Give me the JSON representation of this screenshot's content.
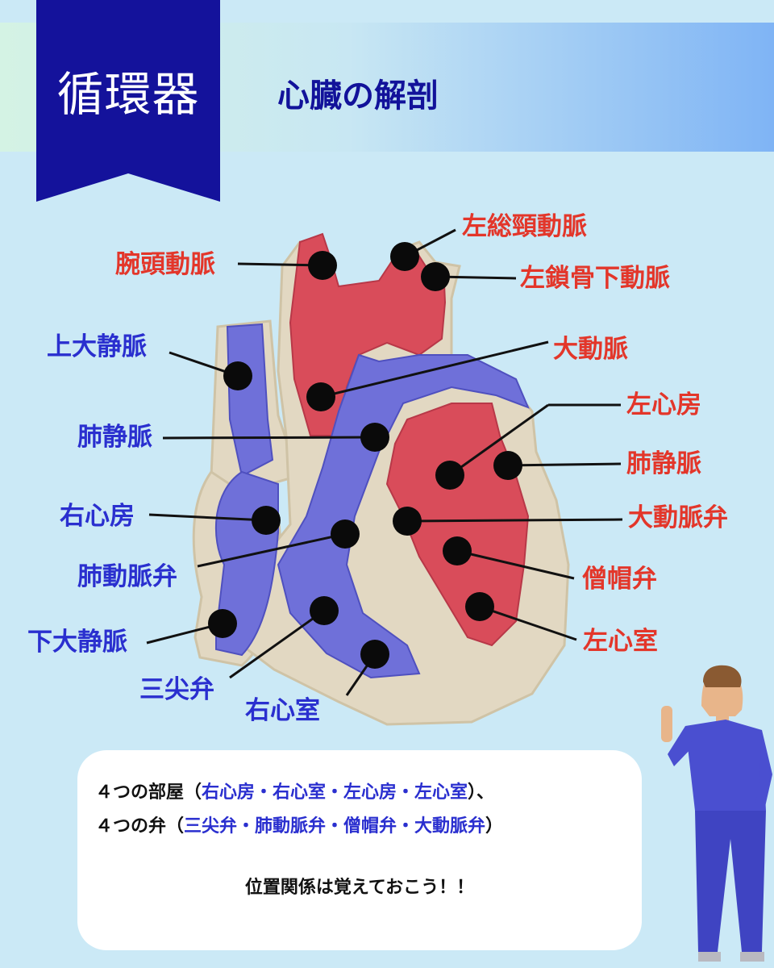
{
  "header": {
    "category": "循環器",
    "title": "心臓の解剖"
  },
  "labels": {
    "brachiocephalic_artery": "腕頭動脈",
    "left_common_carotid": "左総頸動脈",
    "left_subclavian": "左鎖骨下動脈",
    "superior_vena_cava": "上大静脈",
    "aorta": "大動脈",
    "left_atrium": "左心房",
    "pulmonary_vein_left": "肺静脈",
    "pulmonary_vein_right": "肺静脈",
    "right_atrium": "右心房",
    "aortic_valve": "大動脈弁",
    "pulmonary_valve": "肺動脈弁",
    "mitral_valve": "僧帽弁",
    "inferior_vena_cava": "下大静脈",
    "left_ventricle": "左心室",
    "tricuspid_valve": "三尖弁",
    "right_ventricle": "右心室"
  },
  "info": {
    "line1_prefix": "４つの部屋（",
    "line1_items": "右心房・右心室・左心房・左心室",
    "line1_suffix": "）、",
    "line2_prefix": "４つの弁（",
    "line2_items": "三尖弁・肺動脈弁・僧帽弁・大動脈弁",
    "line2_suffix": "）",
    "note": "位置関係は覚えておこう！！"
  },
  "colors": {
    "navy": "#14129b",
    "artery_red": "#e3362a",
    "vein_blue": "#2a2fcf",
    "background": "#cbe9f6"
  }
}
